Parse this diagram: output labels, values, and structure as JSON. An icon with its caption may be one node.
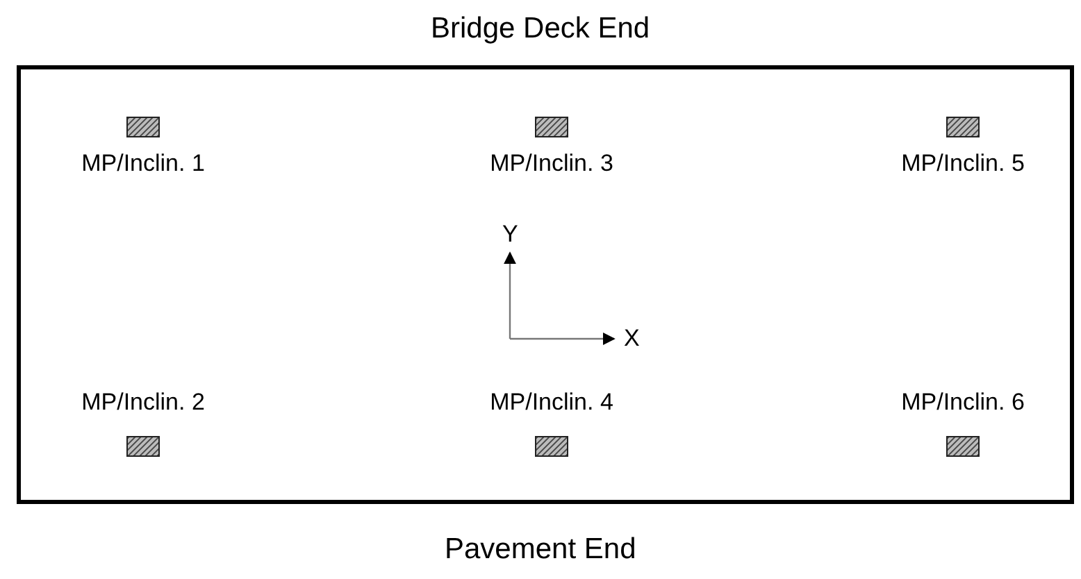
{
  "diagram": {
    "title": "Bridge Deck End",
    "caption": "Pavement End",
    "nodes": [
      {
        "text": [],
        "shape": "box",
        "beside": [
          "MP/Inclin. 1"
        ]
      },
      {
        "text": [],
        "shape": "box",
        "beside": [
          "MP/Inclin. 3"
        ]
      },
      {
        "text": [],
        "shape": "box",
        "beside": [
          "MP/Inclin. 5"
        ]
      },
      {
        "text": [],
        "shape": "box",
        "beside": [
          "MP/Inclin. 2"
        ]
      },
      {
        "text": [],
        "shape": "box",
        "beside": [
          "MP/Inclin. 4"
        ]
      },
      {
        "text": [],
        "shape": "box",
        "beside": [
          "MP/Inclin. 6"
        ]
      }
    ],
    "labels": [
      "Y",
      "X"
    ]
  }
}
